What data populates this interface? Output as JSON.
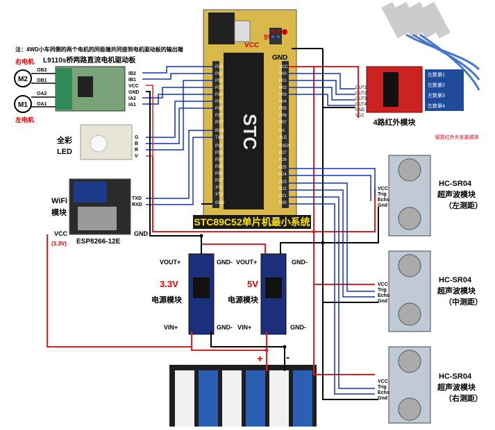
{
  "note": "注：4WD小车同侧的两个电机的同极端共同接到电机驱动板的输出端",
  "mcu": {
    "title": "STC89C52单片机最小系统",
    "chip_logo": "STC",
    "v5": "5V",
    "vcc": "VCC",
    "gnd": "GND",
    "left_pins": [
      "P10",
      "P11",
      "P12",
      "P13",
      "P14",
      "P15",
      "P16",
      "P17",
      "RST",
      "RXD",
      "TXD",
      "P32",
      "P33",
      "P34",
      "P35",
      "P36",
      "P37",
      "XT1",
      "XT2",
      "GND"
    ],
    "right_pins": [
      "VCC",
      "P00",
      "P01",
      "P02",
      "P03",
      "P04",
      "P05",
      "P06",
      "P07",
      "EA",
      "ALE",
      "PSEN",
      "P27",
      "P26",
      "P25",
      "P24",
      "P23",
      "P22",
      "P21",
      "P20"
    ]
  },
  "motors": {
    "right_label": "右电机",
    "left_label": "左电机",
    "m1": "M1",
    "m2": "M2",
    "ob2": "OB2",
    "ob1": "OB1",
    "oa2": "OA2",
    "oa1": "OA1"
  },
  "driver": {
    "title": "L9110s桥两路直流电机驱动板",
    "pins": [
      "IB2",
      "IB1",
      "VCC",
      "GND",
      "IA2",
      "IA1"
    ]
  },
  "rgb_led": {
    "title1": "全彩",
    "title2": "LED",
    "pins": [
      "G",
      "B",
      "R",
      "V"
    ]
  },
  "wifi": {
    "title1": "WiFi",
    "title2": "模块",
    "vcc": "VCC",
    "voltage": "(3.3V)",
    "model": "ESP8266-12E",
    "gnd": "GND",
    "pins": [
      "TXD",
      "RXD"
    ]
  },
  "ir": {
    "title": "4路红外模块",
    "note": "留意红外头安装顺序",
    "sensors": [
      "左数第1",
      "左数第2",
      "左数第3",
      "左数第4"
    ],
    "outs": [
      "OUT1",
      "OUT2",
      "OUT3",
      "OUT4",
      "GND",
      "VCC"
    ]
  },
  "ultrasonic": [
    {
      "title": "HC-SR04",
      "subtitle": "超声波模块",
      "pos": "（左测距）",
      "pins": [
        "VCC",
        "Trig",
        "Echo",
        "Gnd"
      ]
    },
    {
      "title": "HC-SR04",
      "subtitle": "超声波模块",
      "pos": "（中测距）",
      "pins": [
        "VCC",
        "Trig",
        "Echo",
        "Gnd"
      ]
    },
    {
      "title": "HC-SR04",
      "subtitle": "超声波模块",
      "pos": "（右测距）",
      "pins": [
        "VCC",
        "Trig",
        "Echo",
        "Gnd"
      ]
    }
  ],
  "power": {
    "m33": {
      "voltage": "3.3V",
      "title": "电源模块",
      "vout": "VOUT+",
      "gnd_out": "GND-",
      "vin": "VIN+",
      "gnd_in": "GND-"
    },
    "m5": {
      "voltage": "5V",
      "title": "电源模块",
      "vout": "VOUT+",
      "gnd_out": "GND-",
      "vin": "VIN+",
      "gnd_in": "GND-"
    }
  },
  "battery": {
    "plus": "+",
    "minus": "-"
  }
}
